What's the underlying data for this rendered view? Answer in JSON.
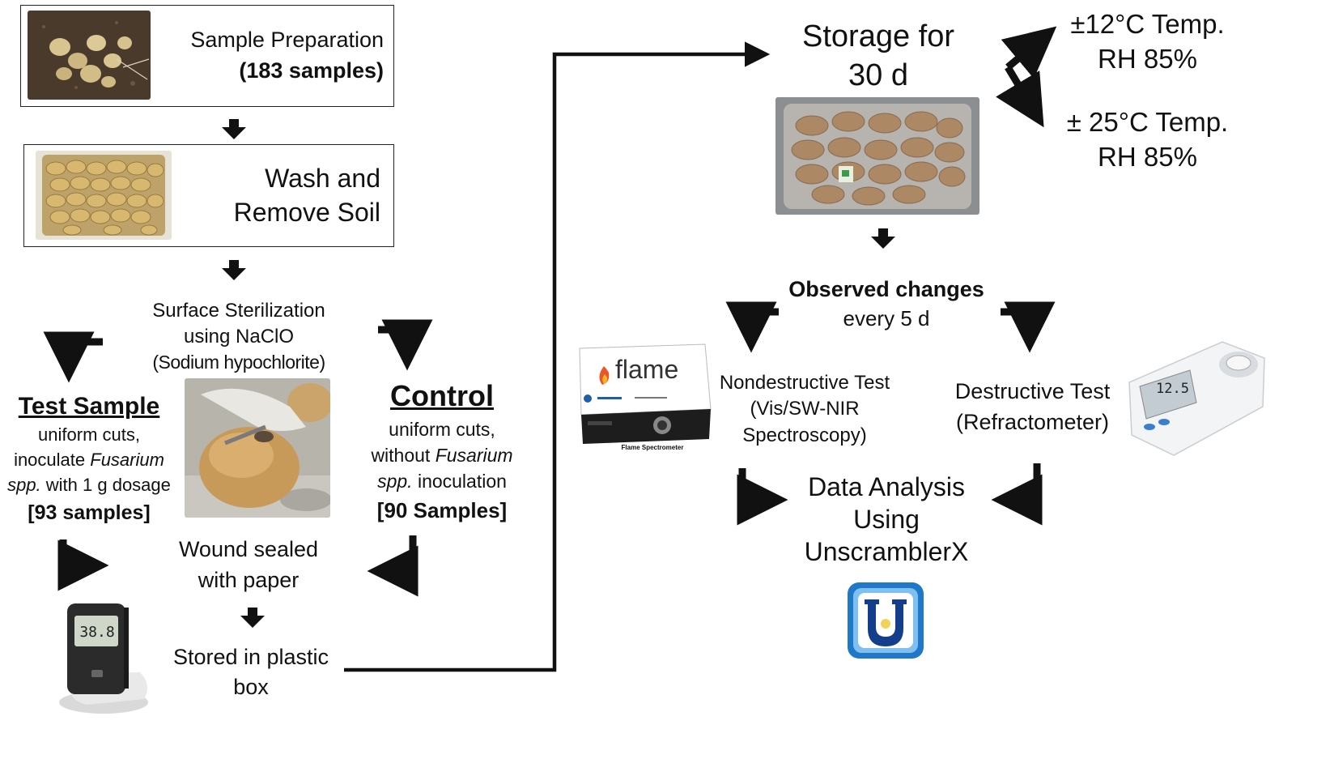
{
  "prep": {
    "title": "Sample Preparation",
    "count": "(183 samples)"
  },
  "wash": {
    "line1": "Wash and",
    "line2": "Remove Soil"
  },
  "sterilization": {
    "line1": "Surface Sterilization",
    "line2": "using NaClO",
    "line3": "(Sodium hypochlorite)"
  },
  "test_sample": {
    "title": "Test Sample",
    "line1": "uniform cuts,",
    "line2a": "inoculate ",
    "line2b": "Fusarium",
    "line3a": "spp.",
    "line3b": " with 1 g dosage",
    "count": "[93 samples]"
  },
  "control": {
    "title": "Control",
    "line1": "uniform cuts,",
    "line2a": "without ",
    "line2b": "Fusarium",
    "line3a": "spp.",
    "line3b": "  inoculation",
    "count": "[90 Samples]"
  },
  "wound": {
    "line1": "Wound sealed",
    "line2": "with paper"
  },
  "stored": {
    "line1": "Stored in plastic",
    "line2": "box"
  },
  "logger": {
    "display": "38.8"
  },
  "storage": {
    "line1": "Storage for",
    "line2": "30 d"
  },
  "cond1": {
    "line1": "±12°C Temp.",
    "line2": "RH 85%"
  },
  "cond2": {
    "line1": "± 25°C Temp.",
    "line2": "RH 85%"
  },
  "observed": {
    "line1": "Observed changes",
    "line2": "every 5 d"
  },
  "flame": {
    "brand": "flame",
    "caption": "Flame Spectrometer"
  },
  "nondestructive": {
    "line1": "Nondestructive Test",
    "line2": "(Vis/SW-NIR",
    "line3": "Spectroscopy)"
  },
  "destructive": {
    "line1": "Destructive Test",
    "line2": "(Refractometer)"
  },
  "refractometer": {
    "display": "12.5"
  },
  "analysis": {
    "line1": "Data Analysis",
    "line2": "Using",
    "line3": "UnscramblerX"
  },
  "logo": {
    "letter": "U"
  }
}
